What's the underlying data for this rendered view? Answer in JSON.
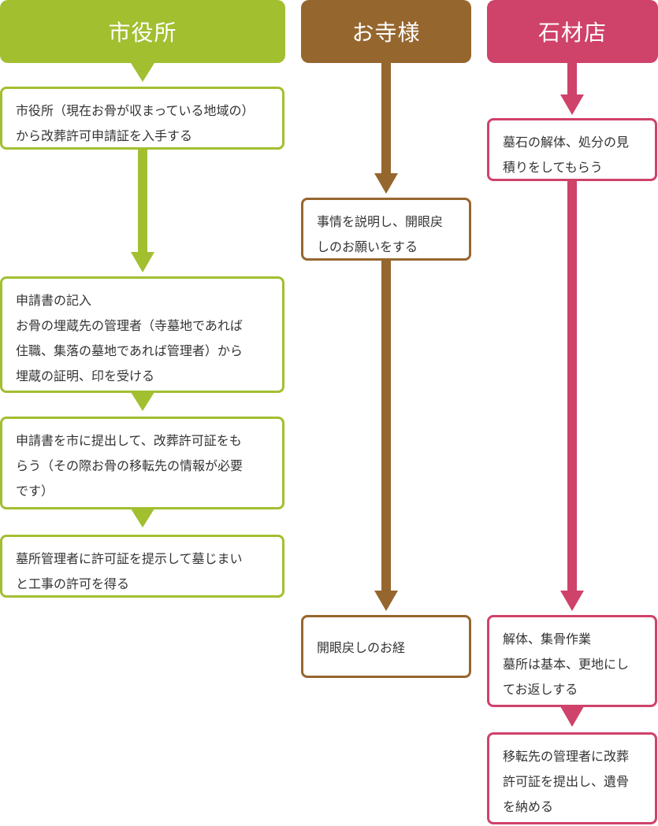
{
  "colors": {
    "green": "#a2bf30",
    "brown": "#96662f",
    "pink": "#cf426a"
  },
  "columns": {
    "city": {
      "header": "市役所",
      "steps": [
        "市役所（現在お骨が収まっている地域の）\nから改葬許可申請証を入手する",
        "申請書の記入\nお骨の埋蔵先の管理者（寺墓地であれば\n住職、集落の墓地であれば管理者）から\n埋蔵の証明、印を受ける",
        "申請書を市に提出して、改葬許可証をも\nらう（その際お骨の移転先の情報が必要\nです）",
        "墓所管理者に許可証を提示して墓じまい\nと工事の許可を得る"
      ]
    },
    "temple": {
      "header": "お寺様",
      "steps": [
        "事情を説明し、開眼戻\nしのお願いをする",
        "開眼戻しのお経"
      ]
    },
    "stone": {
      "header": "石材店",
      "steps": [
        "墓石の解体、処分の見\n積りをしてもらう",
        "解体、集骨作業\n墓所は基本、更地にし\nてお返しする",
        "移転先の管理者に改葬\n許可証を提出し、遺骨\nを納める"
      ]
    }
  }
}
